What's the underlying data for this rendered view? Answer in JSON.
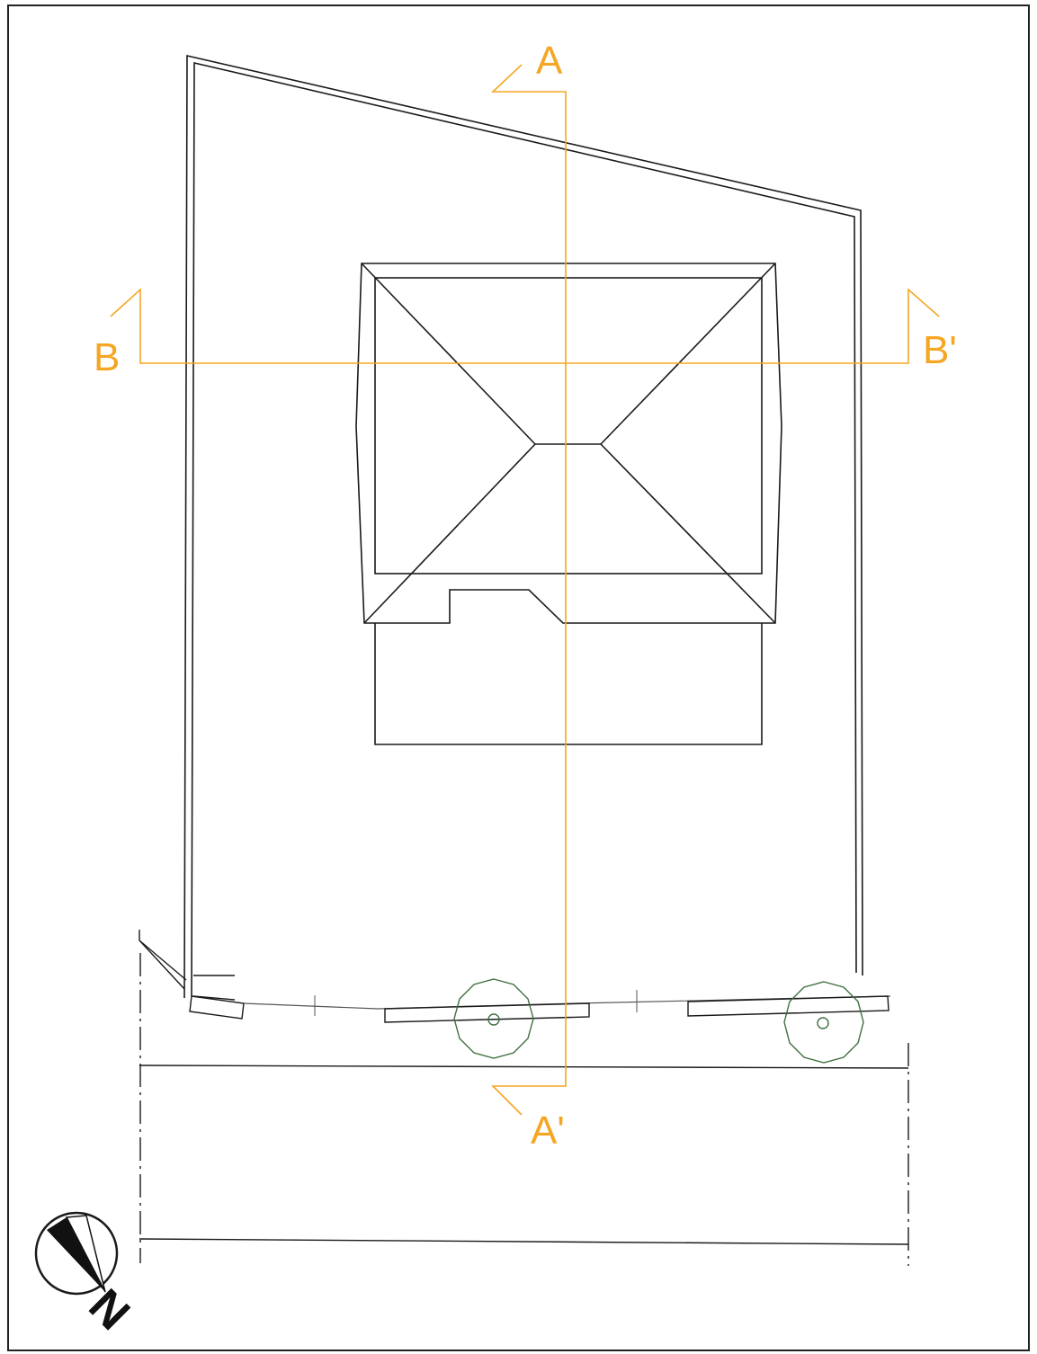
{
  "section_markers": {
    "a_start": "A",
    "a_end": "A'",
    "b_start": "B",
    "b_end": "B'"
  },
  "north_arrow": {
    "label": "N"
  },
  "colors": {
    "section_line": "#f5a623",
    "linework": "#1a1a1a",
    "trees": "#3f6f3f",
    "frame": "#222222"
  },
  "icons": {
    "north_arrow": "north-arrow-icon",
    "tree": "tree-icon"
  }
}
